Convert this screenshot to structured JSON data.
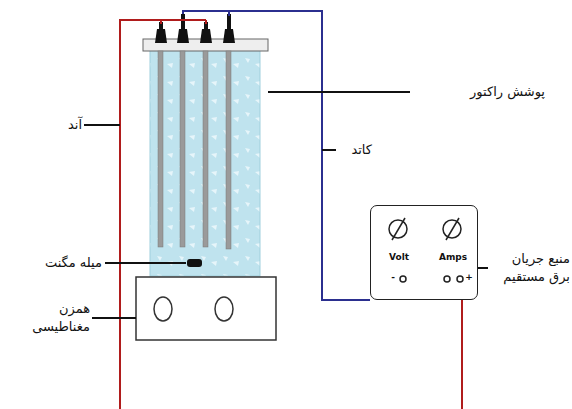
{
  "diagram": {
    "nodes": [
      {
        "text": [
          "Volt",
          "Amps",
          "-",
          "+"
        ]
      }
    ],
    "labels": [
      "آند",
      "پوشش راکتور",
      "کاتد",
      "میله مگنت",
      "همزن مغناطیسی",
      "منبع جریان برق مستقیم"
    ]
  }
}
